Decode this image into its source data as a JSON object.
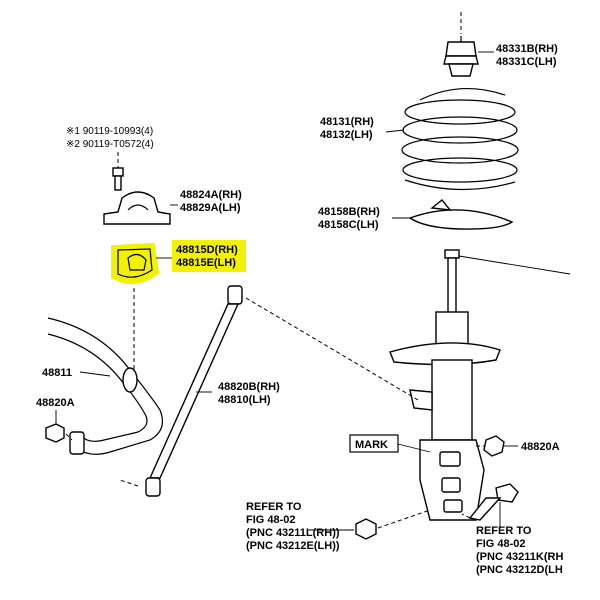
{
  "labels": {
    "l48331": [
      "48331B(RH)",
      "48331C(LH)"
    ],
    "l48131": [
      "48131(RH)",
      "48132(LH)"
    ],
    "l48158": [
      "48158B(RH)",
      "48158C(LH)"
    ],
    "bolts": [
      "※1 90119-10993(4)",
      "※2 90119-T0572(4)"
    ],
    "l48824": [
      "48824A(RH)",
      "48829A(LH)"
    ],
    "l48815": [
      "48815D(RH)",
      "48815E(LH)"
    ],
    "l48811": "48811",
    "l48820a_left": "48820A",
    "l48820b": [
      "48820B(RH)",
      "48810(LH)"
    ],
    "l48820a_right": "48820A",
    "mark": "MARK",
    "refer_left": [
      "REFER TO",
      "FIG 48-02",
      "(PNC 43211L(RH))",
      "(PNC 43212E(LH))"
    ],
    "refer_right": [
      "REFER TO",
      "FIG 48-02",
      "(PNC 43211K(RH",
      "(PNC 43212D(LH"
    ]
  },
  "colors": {
    "highlight": "#f2f200",
    "line": "#000000"
  }
}
